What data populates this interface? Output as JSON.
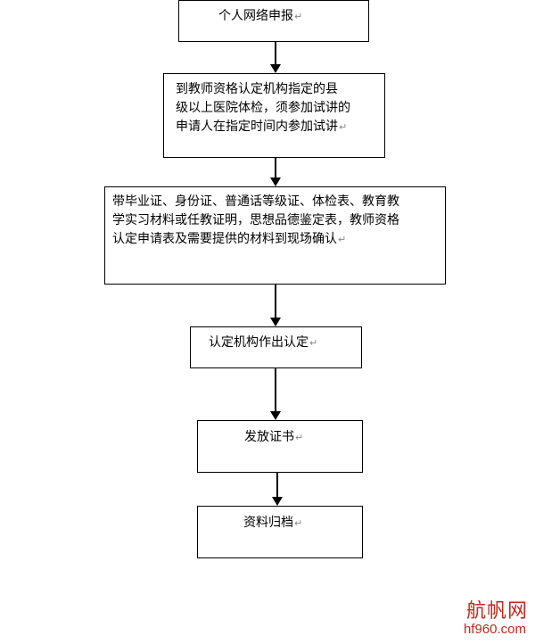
{
  "flowchart": {
    "steps": [
      {
        "lines": [
          "个人网络申报"
        ]
      },
      {
        "lines": [
          "到教师资格认定机构指定的县",
          "级以上医院体检，须参加试讲的",
          "申请人在指定时间内参加试讲"
        ]
      },
      {
        "lines": [
          "带毕业证、身份证、普通话等级证、体检表、教育教",
          "学实习材料或任教证明，思想品德鉴定表，教师资格",
          "认定申请表及需要提供的材料到现场确认"
        ]
      },
      {
        "lines": [
          "认定机构作出认定"
        ]
      },
      {
        "lines": [
          "发放证书"
        ]
      },
      {
        "lines": [
          "资料归档"
        ]
      }
    ],
    "paragraph_mark": "↵"
  },
  "watermark": {
    "name": "航帆网",
    "domain": "hf960.com",
    "color": "#c4271d"
  }
}
